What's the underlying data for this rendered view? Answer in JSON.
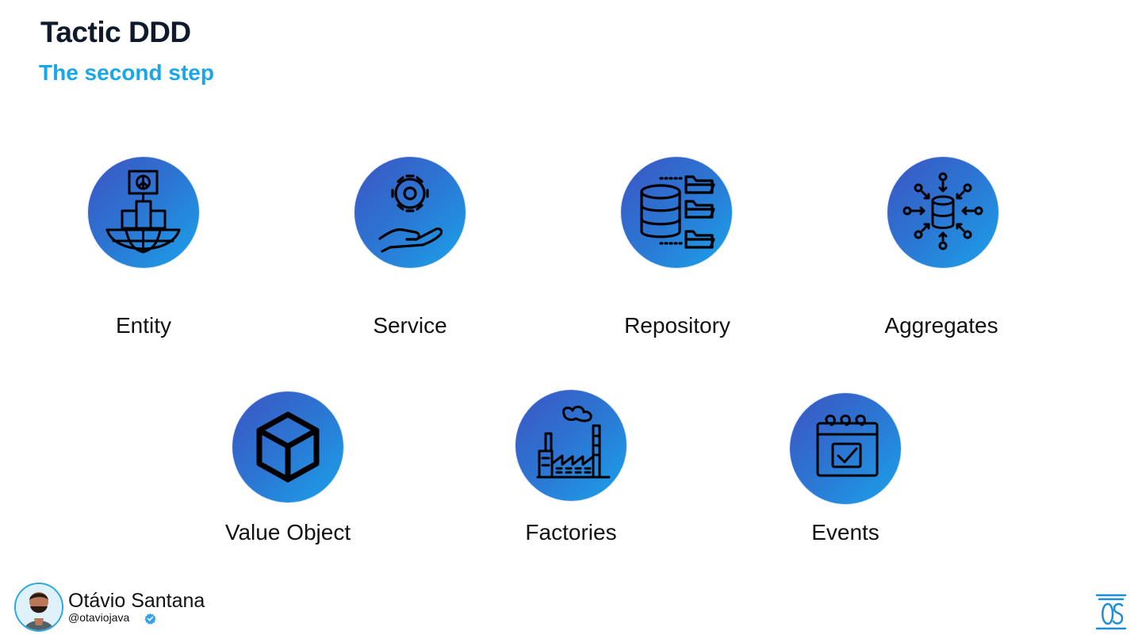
{
  "header": {
    "title": "Tactic DDD",
    "subtitle": "The second step"
  },
  "concepts": [
    {
      "label": "Entity",
      "icon": "globe-city-peace-icon"
    },
    {
      "label": "Service",
      "icon": "gear-in-hand-icon"
    },
    {
      "label": "Repository",
      "icon": "database-folders-icon"
    },
    {
      "label": "Aggregates",
      "icon": "database-connections-icon"
    },
    {
      "label": "Value Object",
      "icon": "cube-icon"
    },
    {
      "label": "Factories",
      "icon": "factory-icon"
    },
    {
      "label": "Events",
      "icon": "calendar-check-icon"
    }
  ],
  "author": {
    "name": "Otávio Santana",
    "handle": "@otaviojava"
  },
  "colors": {
    "title": "#0f1a2d",
    "subtitle": "#1aa7e8",
    "circle_start": "#3c55c3",
    "circle_end": "#1aa2e9"
  }
}
